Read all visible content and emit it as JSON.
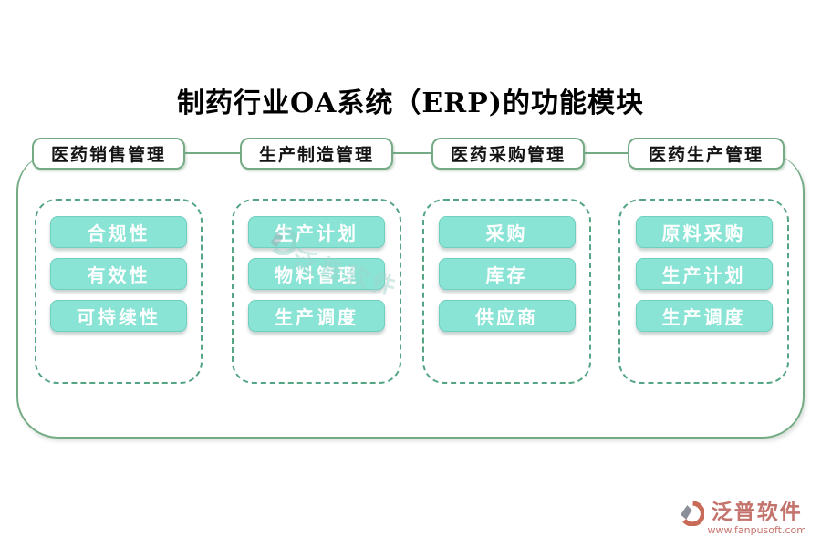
{
  "title": "制药行业OA系统（ERP)的功能模块",
  "modules": [
    {
      "header": "医药销售管理",
      "items": [
        "合规性",
        "有效性",
        "可持续性"
      ]
    },
    {
      "header": "生产制造管理",
      "items": [
        "生产计划",
        "物料管理",
        "生产调度"
      ]
    },
    {
      "header": "医药采购管理",
      "items": [
        "采购",
        "库存",
        "供应商"
      ]
    },
    {
      "header": "医药生产管理",
      "items": [
        "原料采购",
        "生产计划",
        "生产调度"
      ]
    }
  ],
  "watermark": {
    "text": "泛普软件"
  },
  "footer": {
    "brand": "泛普软件",
    "website": "www.fanpusoft.com"
  },
  "colors": {
    "outline_green": "#74ab84",
    "dashed_green": "#55a584",
    "button_fill": "#8ae4d5",
    "button_border": "#6fd0c0",
    "button_text": "#ffffff",
    "logo_red": "#c4736c",
    "watermark_teal": "#9fd4cc",
    "title_text": "#000000"
  }
}
